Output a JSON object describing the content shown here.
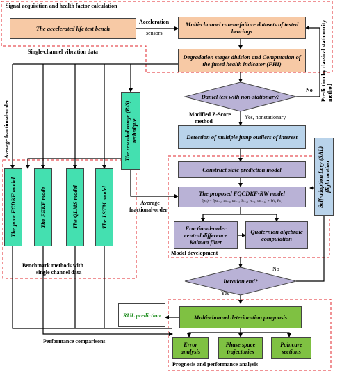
{
  "labels": {
    "signal_acq": "Signal acquisition and health factor calculation",
    "acceleration": "Acceleration",
    "sensors": "sensors",
    "single_channel": "Single-channel vibration data",
    "avg_frac_order_left": "Average fractional-order",
    "no_top": "No",
    "prediction_classical": "Prediction by classical stationarity method",
    "modified_z": "Modified Z-Score",
    "method": "method",
    "yes_nonstationary": "Yes, nonstationary",
    "avg_frac_order_mid_1": "Average",
    "avg_frac_order_mid_2": "fractional-order",
    "benchmark_1": "Benchmark methods with",
    "benchmark_2": "single channel data",
    "model_development": "Model development",
    "no_iter": "No",
    "yes_iter": "Yes",
    "performance": "Performance comparisons",
    "prognosis_perf": "Prognosis and performance analysis"
  },
  "boxes": {
    "bench": "The accelerated life test bench",
    "datasets": "Multi-channel run-to-failure datasets of tested bearings",
    "degradation": "Degradation stages division and Computation of the fused health indicator (FHI)",
    "daniel": "Daniel test with non-stationary?",
    "detection": "Detection of multiple jump outliers of interest",
    "construct": "Construct state prediction model",
    "proposed": "The proposed FQCDKF-RW model",
    "formula": "f(xₖ) = f(xₖ₋₁, uₖ₋₁, αₖ₋₁, βₖ₋₁, γₖ₋₁, ωₖ₋₁) + Wₖ, Pₖ₁",
    "frac_central": "Fractional-order central difference Kalman filter",
    "quaternion": "Quaternion algebraic computation",
    "iteration": "Iteration end?",
    "multi_prognosis": "Multi-channel deterioration prognosis",
    "rul": "RUL prediction",
    "error": "Error analysis",
    "phase": "Phase space trajectories",
    "poincare": "Poincare sections",
    "rs": "The rescaled range (R/S) technique",
    "pure": "The pure FCDKF model",
    "fekf": "The FEKF mode",
    "qlms": "The QLMS model",
    "lstm": "The LSTM model",
    "levy": "Self-adaption Levy (SAL) flight motion"
  },
  "colors": {
    "peach": "#f7c9a5",
    "blue": "#b9d3ea",
    "lavender": "#b9b2d6",
    "green": "#7fc142",
    "teal": "#44e0b0",
    "dash_red": "#e0262b",
    "rul_text": "#1a8a1a"
  }
}
